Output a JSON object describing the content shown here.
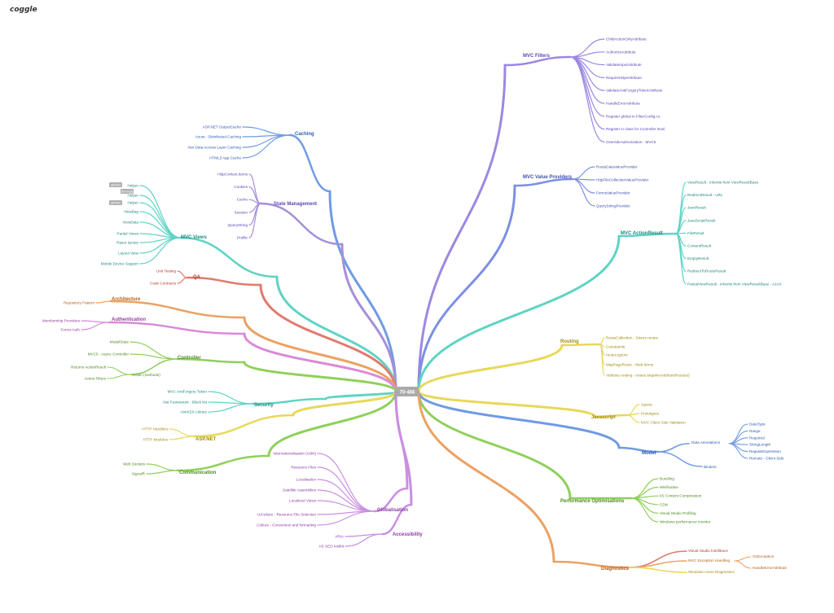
{
  "logo": "coggle",
  "root": {
    "label": "70-486",
    "fill": "#aaaaaa"
  },
  "palette": {
    "purple": "#9c88e0",
    "blue": "#6f9be3",
    "teal": "#5fd3c4",
    "yellow": "#e8d85a",
    "green": "#8fd05a",
    "orange": "#eba263",
    "pink": "#d98ad8",
    "red": "#e07b6e",
    "slate": "#7d8fe4",
    "lavender": "#a58fd8",
    "mint": "#8fd6c8",
    "violet": "#c98ee3"
  },
  "branches": {
    "mvc_filters": {
      "label": "MVC Filters",
      "color": "#9c88e0",
      "text_color": "#5e46b8",
      "items": [
        "ChildActionOnlyAttribute",
        "AuthorizeAttribute",
        "ValidateInputAttribute",
        "RequireHttpsAttribute",
        "ValidateAntiForgeryTokenAttribute",
        "HandleErrorAttribute",
        "Register global in FilterConfig.cs",
        "Register in class for Controller level",
        "OverrideAuthorization - MVC5"
      ]
    },
    "value_providers": {
      "label": "MVC Value Providers",
      "color": "#7d8fe4",
      "text_color": "#3e4fb0",
      "items": [
        "RouteDataValueProvider",
        "HttpFileCollectionValueProvider",
        "FormsValueProvider",
        "QueryStringProvider"
      ]
    },
    "action_result": {
      "label": "MVC ActionResult",
      "color": "#5fd3c4",
      "text_color": "#1f8a80",
      "items": [
        "ViewResult - Inherits from ViewResultBase",
        "RedirectResult - URL",
        "JsonResult",
        "JavaScriptResult",
        "FileResult",
        "ContentResult",
        "EmptyResult",
        "RedirectToRouteResult",
        "PartialViewResult - Inherits from ViewResultBase - AJAX"
      ]
    },
    "routing": {
      "label": "Routing",
      "color": "#e8d85a",
      "text_color": "#a08b10",
      "items": [
        "RouteCollection - Stores routes",
        "Constraints",
        "routes.ignore",
        "MapPageRoute - Web forms",
        "Attribute routing - routes.MapMvcAttributeRoutes()"
      ]
    },
    "javascript": {
      "label": "Javascript",
      "color": "#e8d85a",
      "text_color": "#a08b10",
      "items": [
        "Jquery",
        "Prototypes",
        "MVC Client Side Validation"
      ]
    },
    "model": {
      "label": "Model",
      "color": "#6f9be3",
      "text_color": "#2f5bb0",
      "data_annotations": {
        "label": "Data Annotations",
        "items": [
          "DataType",
          "Range",
          "Required",
          "StringLength",
          "RegularExpression",
          "Remote - Client Side"
        ]
      },
      "binders": "Binders"
    },
    "performance": {
      "label": "Performance Optimisations",
      "color": "#8fd05a",
      "text_color": "#4a8a20",
      "items": [
        "Bundling",
        "Minification",
        "IIS Content Compression",
        "CDN",
        "Visual Studio Profiling",
        "Windows performance monitor"
      ]
    },
    "diagnostics": {
      "label": "Diagnostics",
      "color": "#eba263",
      "text_color": "#b0601a",
      "visual_studio": "Visual Studio Intellitrace",
      "exception_handling": {
        "label": "MVC Exception Handling",
        "items": [
          "OnException",
          "HandleErrorAttribute"
        ]
      },
      "azure": "Windows Azure Diagnostics"
    },
    "caching": {
      "label": "Caching",
      "color": "#6f9be3",
      "text_color": "#2f5bb0",
      "items": [
        "ASP.NET OutputCache",
        "Azure - Distributed Caching",
        ".Net Data Access Layer Caching",
        "HTML5 App Cache"
      ]
    },
    "state": {
      "label": "State Management",
      "color": "#a58fd8",
      "text_color": "#5e46b8",
      "items": [
        "HttpContext.Items",
        "Cookies",
        "Cache",
        "Session",
        "QueryString",
        "Profile"
      ]
    },
    "views": {
      "label": "MVC Views",
      "color": "#5fd3c4",
      "text_color": "#1f8a80",
      "items": [
        "Helper",
        "Helper",
        "Helper",
        "ViewBag",
        "ViewData",
        "Partial Views",
        "Razor syntax",
        "Layout View",
        "Mobile Device Support"
      ],
      "tags": [
        "@Html",
        "Strongly",
        "@Html"
      ]
    },
    "qa": {
      "label": "QA",
      "color": "#e07b6e",
      "text_color": "#b03a2a",
      "items": [
        "Unit Testing",
        "Code Contracts"
      ]
    },
    "architecture": {
      "label": "Architecture",
      "color": "#eba263",
      "text_color": "#b0601a",
      "items": [
        "Repository Pattern"
      ]
    },
    "authentication": {
      "label": "Authentication",
      "color": "#d98ad8",
      "text_color": "#9a3a98",
      "items": [
        "Membership Providers",
        "Forms Auth"
      ]
    },
    "controller": {
      "label": "Controller",
      "color": "#8fd05a",
      "text_color": "#4a8a20",
      "items": [
        "ModelState",
        "MVC5 - Async Controller"
      ],
      "action": {
        "label": "Action (methods)",
        "items": [
          "Returns ActionResult",
          "Action Filters"
        ]
      }
    },
    "security": {
      "label": "Security",
      "color": "#5fd3c4",
      "text_color": "#1f8a80",
      "items": [
        "MVC AntiForgery Token",
        ".Net Framework - Black list",
        "AntiXSS Library"
      ]
    },
    "aspnet": {
      "label": "ASP.NET",
      "color": "#e8d85a",
      "text_color": "#a08b10",
      "items": [
        "HTTP Handlers",
        "HTTP Modules"
      ]
    },
    "communication": {
      "label": "Communication",
      "color": "#8fd05a",
      "text_color": "#4a8a20",
      "items": [
        "Web Sockets",
        "SignalR"
      ]
    },
    "globalisation": {
      "label": "Globalisation",
      "color": "#c98ee3",
      "text_color": "#8a3aa8",
      "items": [
        "Internationalisation (I18N)",
        "Resource Files",
        "Localisation",
        "Satellite Assemblies",
        "Localized Views",
        "UICulture - Resource File Selection",
        "Culture - Conversion and formatting"
      ]
    },
    "accessibility": {
      "label": "Accessibility",
      "color": "#c98ee3",
      "text_color": "#8a3aa8",
      "items": [
        "ARIA",
        "IIS SEO toolkit"
      ]
    }
  }
}
